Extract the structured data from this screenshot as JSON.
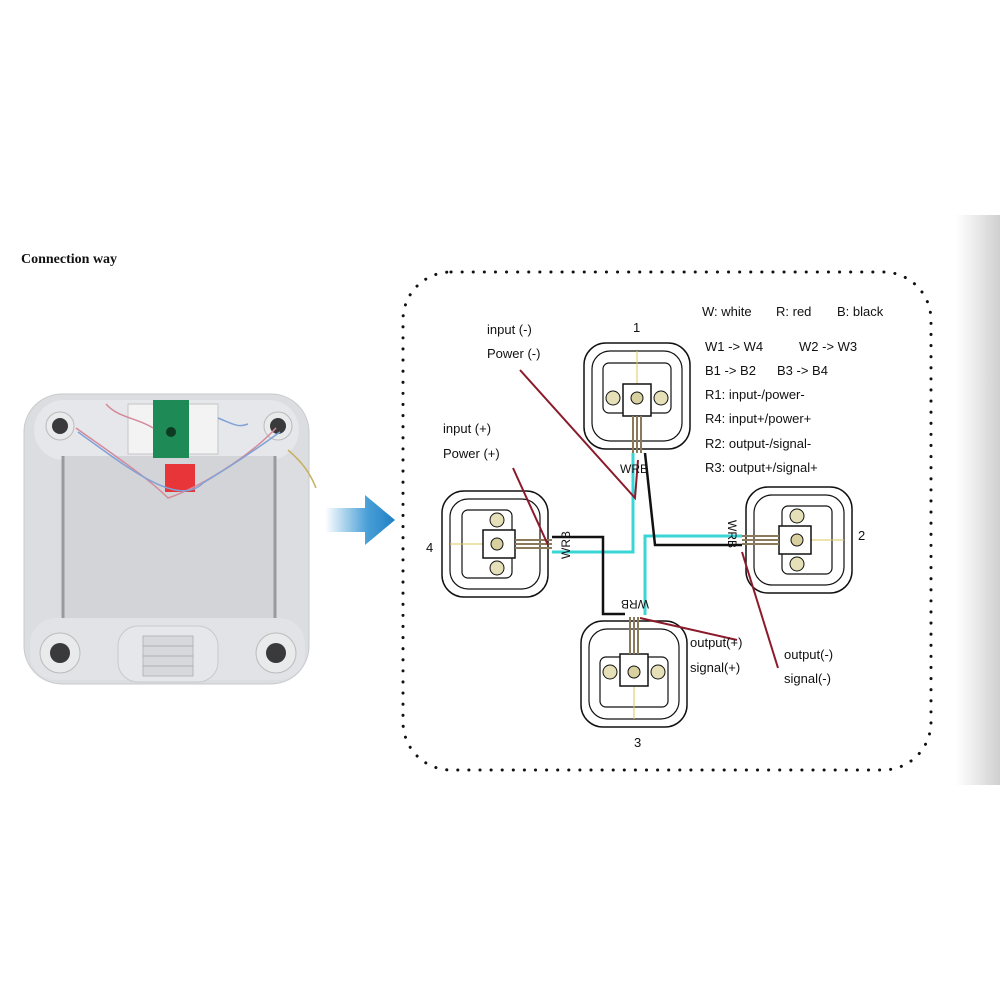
{
  "title": "Connection way",
  "legend": {
    "w": "W: white",
    "r": "R: red",
    "b": "B: black",
    "w_map_1": "W1 -> W4",
    "w_map_2": "W2 -> W3",
    "b_map_1": "B1 -> B2",
    "b_map_2": "B3 -> B4",
    "r1": "R1: input-/power-",
    "r4": "R4: input+/power+",
    "r2": "R2: output-/signal-",
    "r3": "R3: output+/signal+"
  },
  "annotations": {
    "input_minus": "input (-)",
    "power_minus": "Power (-)",
    "input_plus": "input (+)",
    "power_plus": "Power (+)",
    "output_plus": "output(+)",
    "signal_plus": "signal(+)",
    "output_minus": "output(-)",
    "signal_minus": "signal(-)"
  },
  "sensors": [
    {
      "id": "1",
      "wire_label": "WRB"
    },
    {
      "id": "2",
      "wire_label": "WRB"
    },
    {
      "id": "3",
      "wire_label": "WRB"
    },
    {
      "id": "4",
      "wire_label": "WRB"
    }
  ],
  "colors": {
    "white_wire": "#3ad6d6",
    "red_wire": "#8b1a2b",
    "black_wire": "#111111",
    "arrow": "#2a8fd0"
  }
}
